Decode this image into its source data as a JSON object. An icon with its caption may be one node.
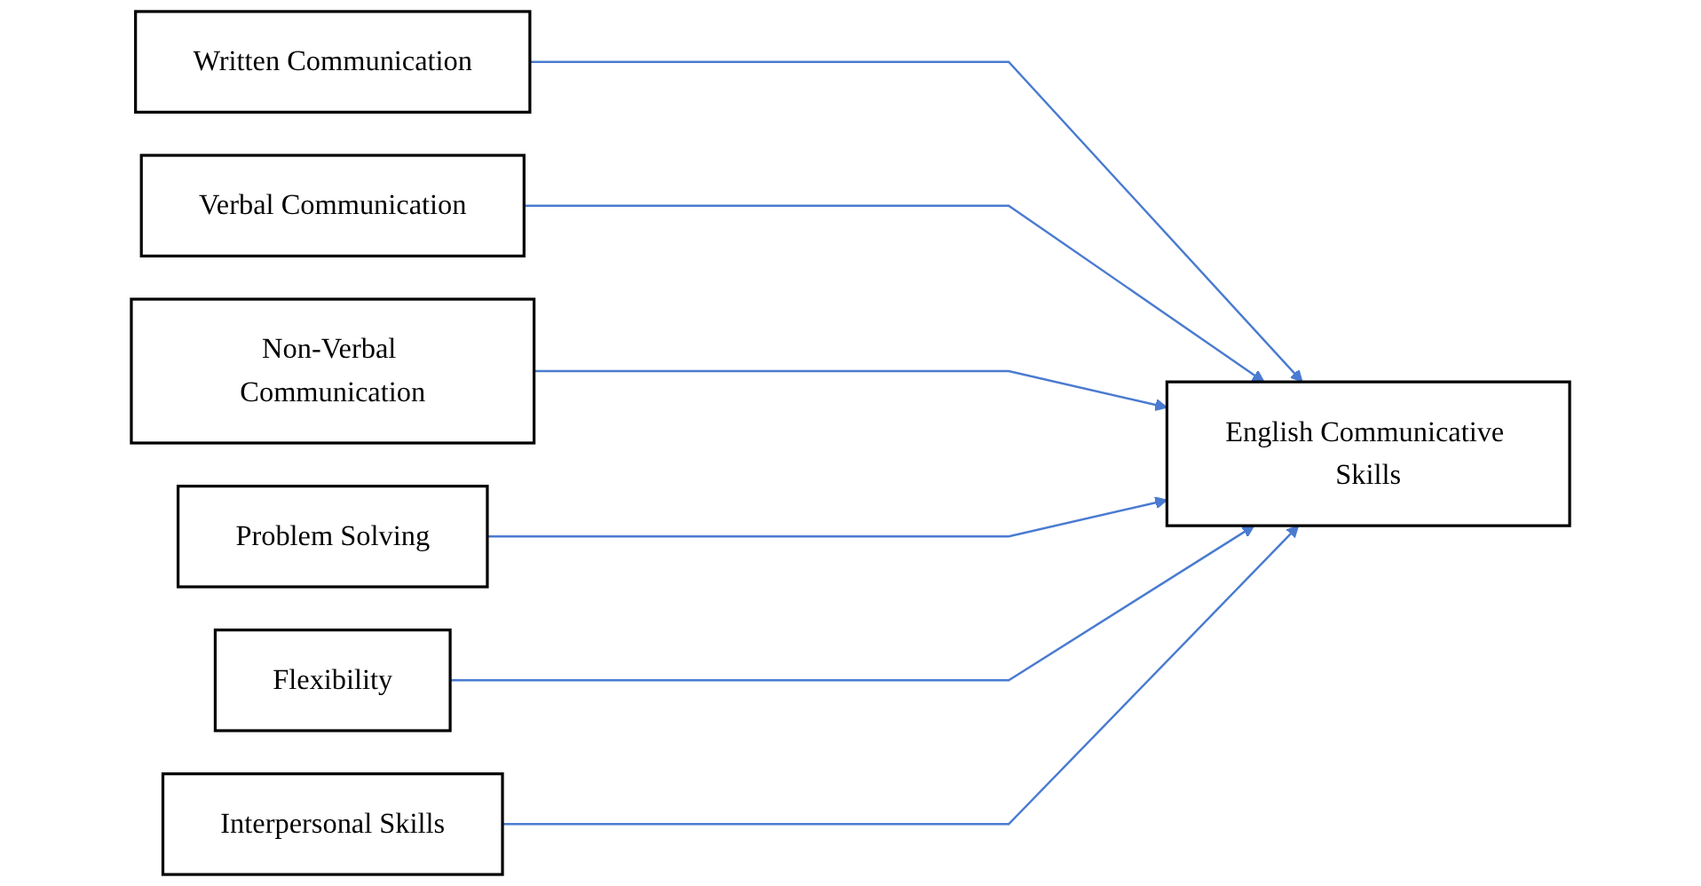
{
  "diagram": {
    "nodes": [
      {
        "text": [
          "Written Communication"
        ]
      },
      {
        "text": [
          "Verbal Communication"
        ]
      },
      {
        "text": [
          "Non-Verbal Communication"
        ]
      },
      {
        "text": [
          "English Communicative Skills"
        ]
      },
      {
        "text": [
          "Problem Solving"
        ]
      },
      {
        "text": [
          "Flexibility"
        ]
      },
      {
        "text": [
          "Interpersonal Skills"
        ]
      }
    ],
    "edges": [
      {
        "from": 0,
        "to": 3,
        "arrow": "to"
      },
      {
        "from": 1,
        "to": 3,
        "arrow": "to"
      },
      {
        "from": 2,
        "to": 3,
        "arrow": "to"
      },
      {
        "from": 4,
        "to": 3,
        "arrow": "to"
      },
      {
        "from": 5,
        "to": 3,
        "arrow": "to"
      },
      {
        "from": 6,
        "to": 3,
        "arrow": "to"
      }
    ]
  }
}
